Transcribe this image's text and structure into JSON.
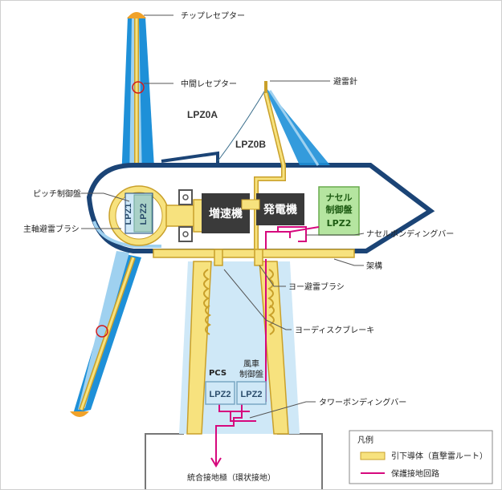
{
  "diagram": {
    "zones": {
      "lpz0a": "LPZ0A",
      "lpz0b": "LPZ0B",
      "lpz1": "LPZ1",
      "lpz2": "LPZ2"
    },
    "labels": {
      "tip_receptor": "チップレセプター",
      "middle_receptor": "中間レセプター",
      "lightning_rod": "避雷針",
      "pitch_control": "ピッチ制御盤",
      "main_shaft_brush": "主軸避雷ブラシ",
      "nacelle_bonding_bar": "ナセルボンディングバー",
      "frame": "架構",
      "yaw_brush": "ヨー避雷ブラシ",
      "yaw_disc_brake": "ヨーディスクブレーキ",
      "tower_bonding_bar": "タワーボンディングバー",
      "integrated_ground": "統合接地極（環状接地）",
      "pcs": "PCS",
      "turbine_control_line1": "風車",
      "turbine_control_line2": "制御盤"
    },
    "boxes": {
      "gearbox": "増速機",
      "generator": "発電機",
      "nacelle_control_line1": "ナセル",
      "nacelle_control_line2": "制御盤",
      "nacelle_control_line3": "LPZ2",
      "pcs_lpz": "LPZ2",
      "control_lpz": "LPZ2"
    },
    "legend": {
      "title": "凡例",
      "items": [
        {
          "label": "引下導体（直撃雷ルート）",
          "color": "#f7e27e"
        },
        {
          "label": "保護接地回路",
          "color": "#d6087d"
        }
      ]
    },
    "colors": {
      "conductor": "#f7e27e",
      "conductor_edge": "#c9a02a",
      "blade_blue": "#1e90d8",
      "grounding": "#d6087d",
      "nacelle_edge": "#1b4476"
    }
  }
}
